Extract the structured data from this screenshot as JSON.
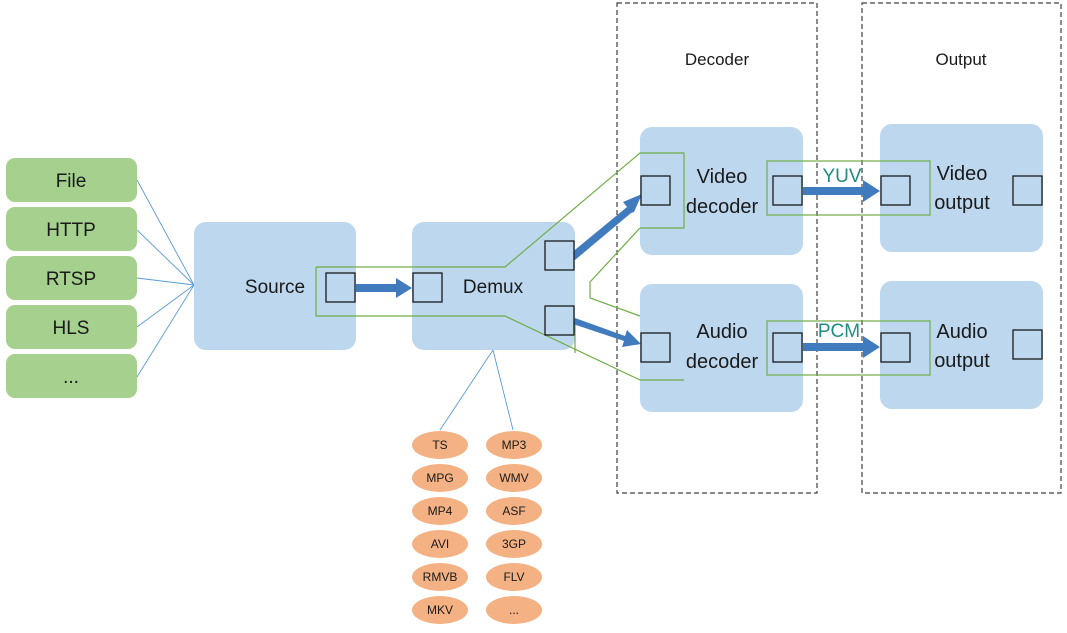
{
  "inputs": [
    "File",
    "HTTP",
    "RTSP",
    "HLS",
    "..."
  ],
  "source": {
    "label": "Source"
  },
  "demux": {
    "label": "Demux"
  },
  "formats_left": [
    "TS",
    "MPG",
    "MP4",
    "AVI",
    "RMVB",
    "MKV"
  ],
  "formats_right": [
    "MP3",
    "WMV",
    "ASF",
    "3GP",
    "FLV",
    "..."
  ],
  "decoder_group": {
    "label": "Decoder"
  },
  "output_group": {
    "label": "Output"
  },
  "video_decoder": {
    "line1": "Video",
    "line2": "decoder"
  },
  "audio_decoder": {
    "line1": "Audio",
    "line2": "decoder"
  },
  "video_output": {
    "line1": "Video",
    "line2": "output"
  },
  "audio_output": {
    "line1": "Audio",
    "line2": "output"
  },
  "yuv_label": "YUV",
  "pcm_label": "PCM",
  "colors": {
    "input_fill": "#a5d08d",
    "node_fill": "#bdd7ee",
    "format_fill": "#f4b183",
    "arrow": "#3f7bbd",
    "path_line": "#70ad47",
    "data_label": "#1f8c80"
  }
}
